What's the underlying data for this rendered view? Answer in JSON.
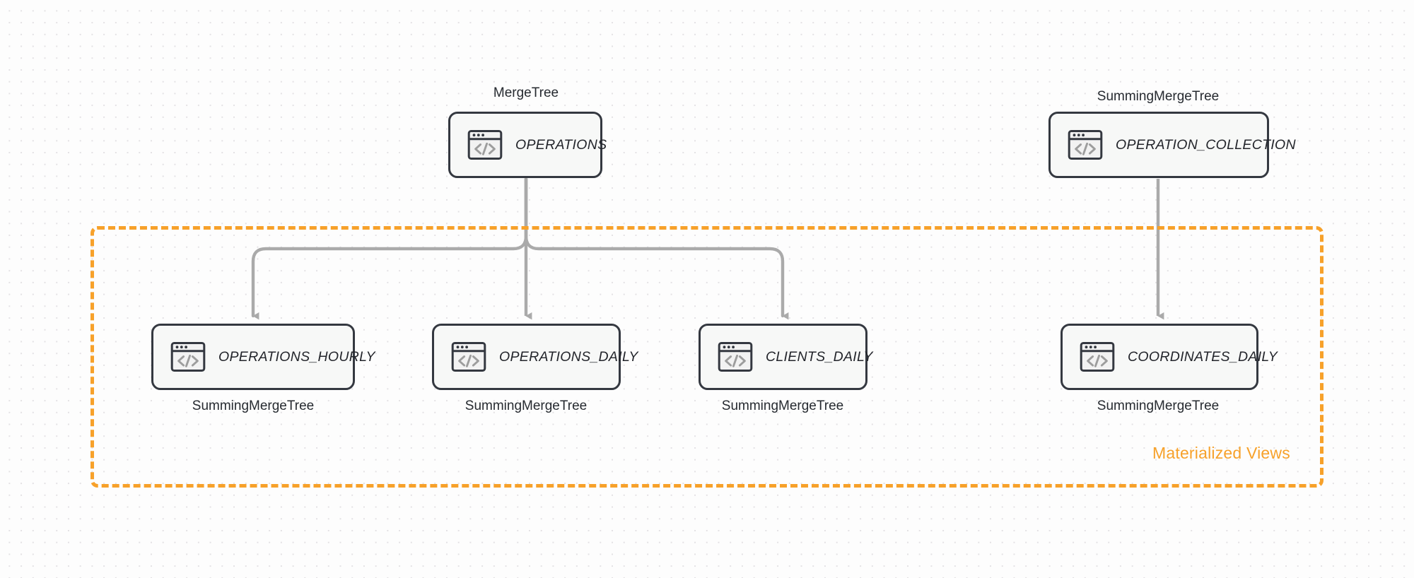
{
  "diagram": {
    "title": "ClickHouse table and materialized view topology",
    "colors": {
      "accent_orange": "#f7a12a",
      "node_border": "#343840",
      "node_fill": "#f7f8f7",
      "edge_gray": "#aaaaaa",
      "background": "#fdfdfd"
    },
    "group": {
      "label": "Materialized Views",
      "border_style": "dashed",
      "color": "#f7a12a"
    },
    "icon_name": "code-window-icon",
    "source_nodes": [
      {
        "id": "operations",
        "label": "OPERATIONS",
        "engine": "MergeTree",
        "engine_position": "above"
      },
      {
        "id": "operation_collection",
        "label": "OPERATION_COLLECTION",
        "engine": "SummingMergeTree",
        "engine_position": "above"
      }
    ],
    "view_nodes": [
      {
        "id": "operations_hourly",
        "label": "OPERATIONS_HOURLY",
        "engine": "SummingMergeTree",
        "engine_position": "below"
      },
      {
        "id": "operations_daily",
        "label": "OPERATIONS_DAILY",
        "engine": "SummingMergeTree",
        "engine_position": "below"
      },
      {
        "id": "clients_daily",
        "label": "CLIENTS_DAILY",
        "engine": "SummingMergeTree",
        "engine_position": "below"
      },
      {
        "id": "coordinates_daily",
        "label": "COORDINATES_DAILY",
        "engine": "SummingMergeTree",
        "engine_position": "below"
      }
    ],
    "edges": [
      {
        "from": "operations",
        "to": "operations_hourly"
      },
      {
        "from": "operations",
        "to": "operations_daily"
      },
      {
        "from": "operations",
        "to": "clients_daily"
      },
      {
        "from": "operation_collection",
        "to": "coordinates_daily"
      }
    ]
  }
}
